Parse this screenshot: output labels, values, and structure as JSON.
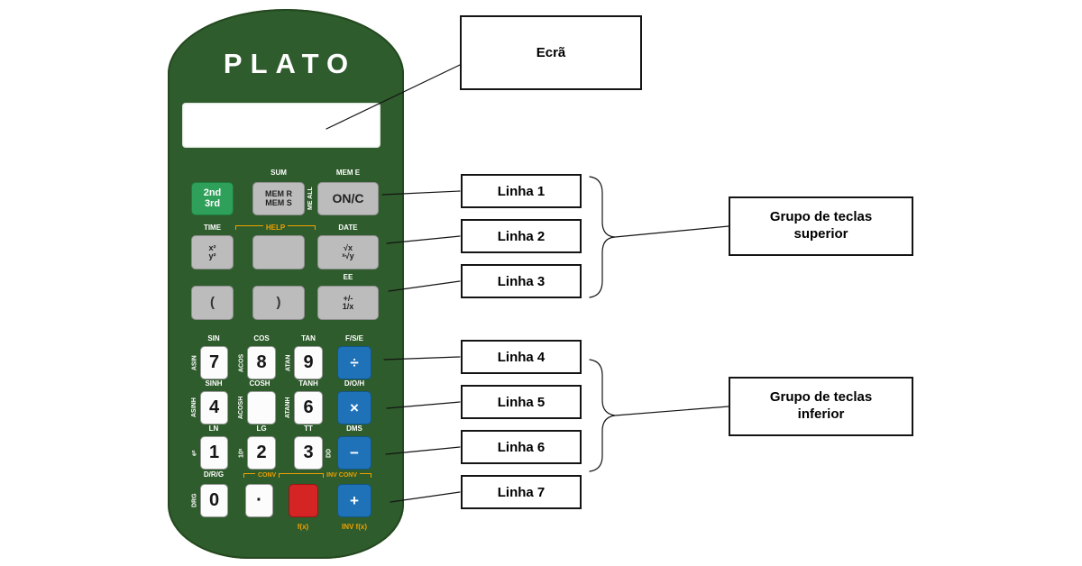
{
  "annotations": {
    "ecra": "Ecrã",
    "linhas": [
      "Linha 1",
      "Linha 2",
      "Linha 3",
      "Linha 4",
      "Linha 5",
      "Linha 6",
      "Linha 7"
    ],
    "grupo_superior": "Grupo de teclas superior",
    "grupo_inferior": "Grupo de teclas inferior"
  },
  "calculator": {
    "brand": "PLATO",
    "row1": {
      "sum_label": "SUM",
      "mem_e_label": "MEM E",
      "me_all_label": "ME ALL",
      "key_2nd": "2nd",
      "key_3rd": "3rd",
      "key_mem_r": "MEM R",
      "key_mem_s": "MEM S",
      "key_onc": "ON/C"
    },
    "row2": {
      "time_label": "TIME",
      "help_label": "HELP",
      "date_label": "DATE",
      "key_x2": "x²",
      "key_y2": "y²",
      "key_sqrt": "√x",
      "key_xroot": "ˣ√y"
    },
    "row3": {
      "ee_label": "EE",
      "key_lparen": "(",
      "key_rparen": ")",
      "key_plusminus": "+/-",
      "key_recip": "1/x"
    },
    "row4": {
      "sin_label": "SIN",
      "cos_label": "COS",
      "tan_label": "TAN",
      "fse_label": "F/S/E",
      "asin_label": "ASIN",
      "acos_label": "ACOS",
      "atan_label": "ATAN",
      "key_7": "7",
      "key_8": "8",
      "key_9": "9",
      "key_div": "÷"
    },
    "row5": {
      "sinh_label": "SINH",
      "cosh_label": "COSH",
      "tanh_label": "TANH",
      "doh_label": "D/O/H",
      "asinh_label": "ASINH",
      "acosh_label": "ACOSH",
      "atanh_label": "ATANH",
      "key_4": "4",
      "key_6": "6",
      "key_mul": "×"
    },
    "row6": {
      "ln_label": "LN",
      "lg_label": "LG",
      "tt_label": "TT",
      "dms_label": "DMS",
      "ex_label": "eˣ",
      "tenx_label": "10ˣ",
      "dd_label": "DD",
      "key_1": "1",
      "key_2": "2",
      "key_3": "3",
      "key_minus": "−"
    },
    "row7": {
      "drg_slash_label": "D/R/G",
      "drg_label": "DRG",
      "conv_label": "CONV",
      "inv_conv_label": "INV CONV",
      "fx_label": "f(x)",
      "inv_fx_label": "INV f(x)",
      "key_0": "0",
      "key_dot": "·",
      "key_plus": "+"
    }
  },
  "colors": {
    "body_green": "#2e5c2c",
    "key_green": "#2fa05a",
    "key_blue": "#1f72b8",
    "key_red": "#d42424",
    "key_gray": "#bcbcbc",
    "accent_orange": "#f0a000",
    "annotation_border": "#141414"
  }
}
